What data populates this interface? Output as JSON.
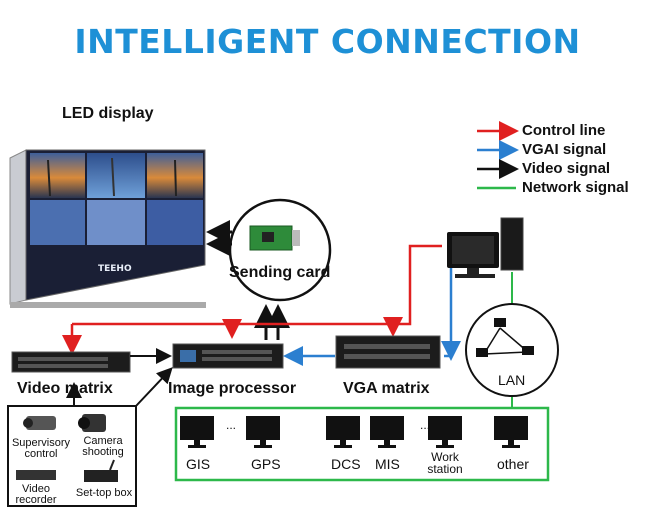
{
  "title": "INTELLIGENT CONNECTION",
  "labels": {
    "led_display": "LED display",
    "sending_card": "Sending card",
    "video_matrix": "Video matrix",
    "image_processor": "Image processor",
    "vga_matrix": "VGA matrix",
    "lan": "LAN",
    "led_brand": "TEEHO"
  },
  "legend": [
    {
      "label": "Control line",
      "color": "#e02020"
    },
    {
      "label": "VGAI signal",
      "color": "#2b7fd0"
    },
    {
      "label": "Video signal",
      "color": "#111111"
    },
    {
      "label": "Network signal",
      "color": "#2db84a"
    }
  ],
  "sources": {
    "supervisory": "Supervisory control",
    "camera": "Camera shooting",
    "recorder": "Video recorder",
    "settop": "Set-top box"
  },
  "workstations": [
    "GIS",
    "GPS",
    "DCS",
    "MIS",
    "Work station",
    "other"
  ],
  "ellipsis": "..."
}
